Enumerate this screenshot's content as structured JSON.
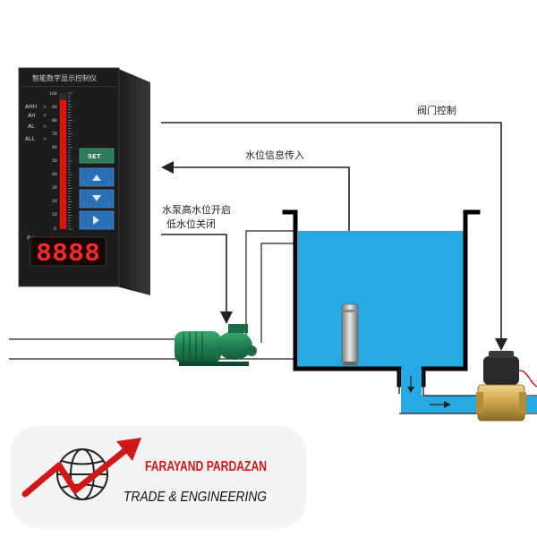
{
  "controller": {
    "title": "智能数字显示控制仪",
    "alarms": [
      "AHH",
      "AH",
      "AL",
      "ALL"
    ],
    "scale_top": "100",
    "scale_labels": [
      "90",
      "80",
      "70",
      "60",
      "50",
      "40",
      "30",
      "20",
      "10",
      "0"
    ],
    "set_label": "SET",
    "pv_label": "PV",
    "display_value": "8888",
    "bar_level_percent": 95
  },
  "labels": {
    "valve_control": "阀门控制",
    "level_signal": "水位信息传入",
    "pump_line1": "水泵高水位开启",
    "pump_line2": "低水位关闭"
  },
  "tank": {
    "water_level_percent": 88
  },
  "logo": {
    "company": "FARAYAND PARDAZAN",
    "tagline": "TRADE & ENGINEERING"
  },
  "colors": {
    "water": "#27a9e1",
    "bar": "#e81010",
    "panel": "#1c1c1c",
    "logo_red": "#d01818"
  }
}
